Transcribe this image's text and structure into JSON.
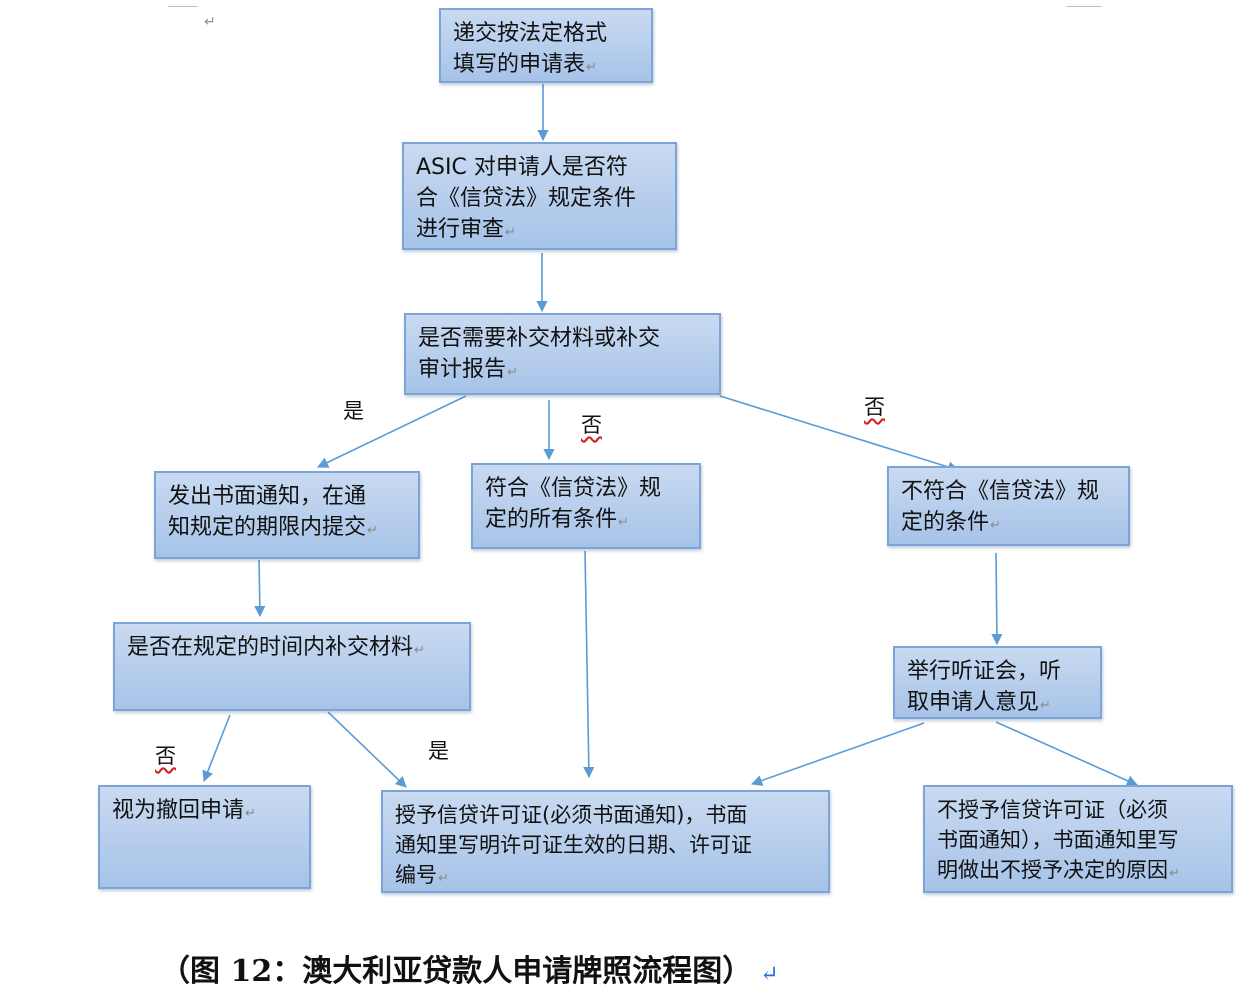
{
  "flowchart": {
    "nodes": {
      "submit_form": "递交按法定格式\n填写的申请表",
      "asic_review": "ASIC 对申请人是否符\n合《信贷法》规定条件\n进行审查",
      "need_more_materials": "是否需要补交材料或补交\n审计报告",
      "written_notice": "发出书面通知，在通\n知规定的期限内提交",
      "meets_all_conditions": "符合《信贷法》规\n定的所有条件",
      "not_meets_conditions": "不符合《信贷法》规\n定的条件",
      "submitted_in_time": "是否在规定的时间内补交材料",
      "hearing": "举行听证会，听\n取申请人意见",
      "deemed_withdrawn": "视为撤回申请",
      "grant_license": "授予信贷许可证(必须书面通知)，书面\n通知里写明许可证生效的日期、许可证\n编号",
      "deny_license": "不授予信贷许可证（必须\n书面通知），书面通知里写\n明做出不授予决定的原因"
    },
    "edge_labels": {
      "yes_need": "是",
      "no_need_meets": "否",
      "no_need_not_meets": "否",
      "no_in_time": "否",
      "yes_in_time": "是"
    }
  },
  "caption": "（图 12：澳大利亚贷款人申请牌照流程图）",
  "colors": {
    "box_fill_top": "#c9daf1",
    "box_fill_bottom": "#a6c3e8",
    "box_border": "#7ca4d6",
    "arrow": "#5b9bd5"
  }
}
